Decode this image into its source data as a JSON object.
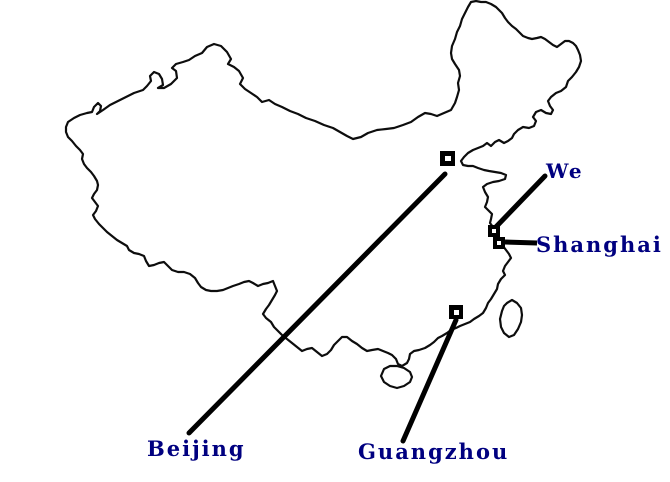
{
  "page": {
    "background": "#ffffff",
    "description_label": "Outline map of China with labeled cities"
  },
  "colors": {
    "label_text": "#000080",
    "map_outline": "#0d0d0d",
    "leader_line": "#000000",
    "marker_fill": "#000000",
    "marker_center": "#ffffff"
  },
  "cities": {
    "beijing": {
      "label": "Beijing"
    },
    "we": {
      "label": "We"
    },
    "shanghai": {
      "label": "Shanghai"
    },
    "guangzhou": {
      "label": "Guangzhou"
    }
  },
  "islands": {
    "taiwan_label": "Taiwan island outline",
    "hainan_label": "Hainan island outline"
  }
}
